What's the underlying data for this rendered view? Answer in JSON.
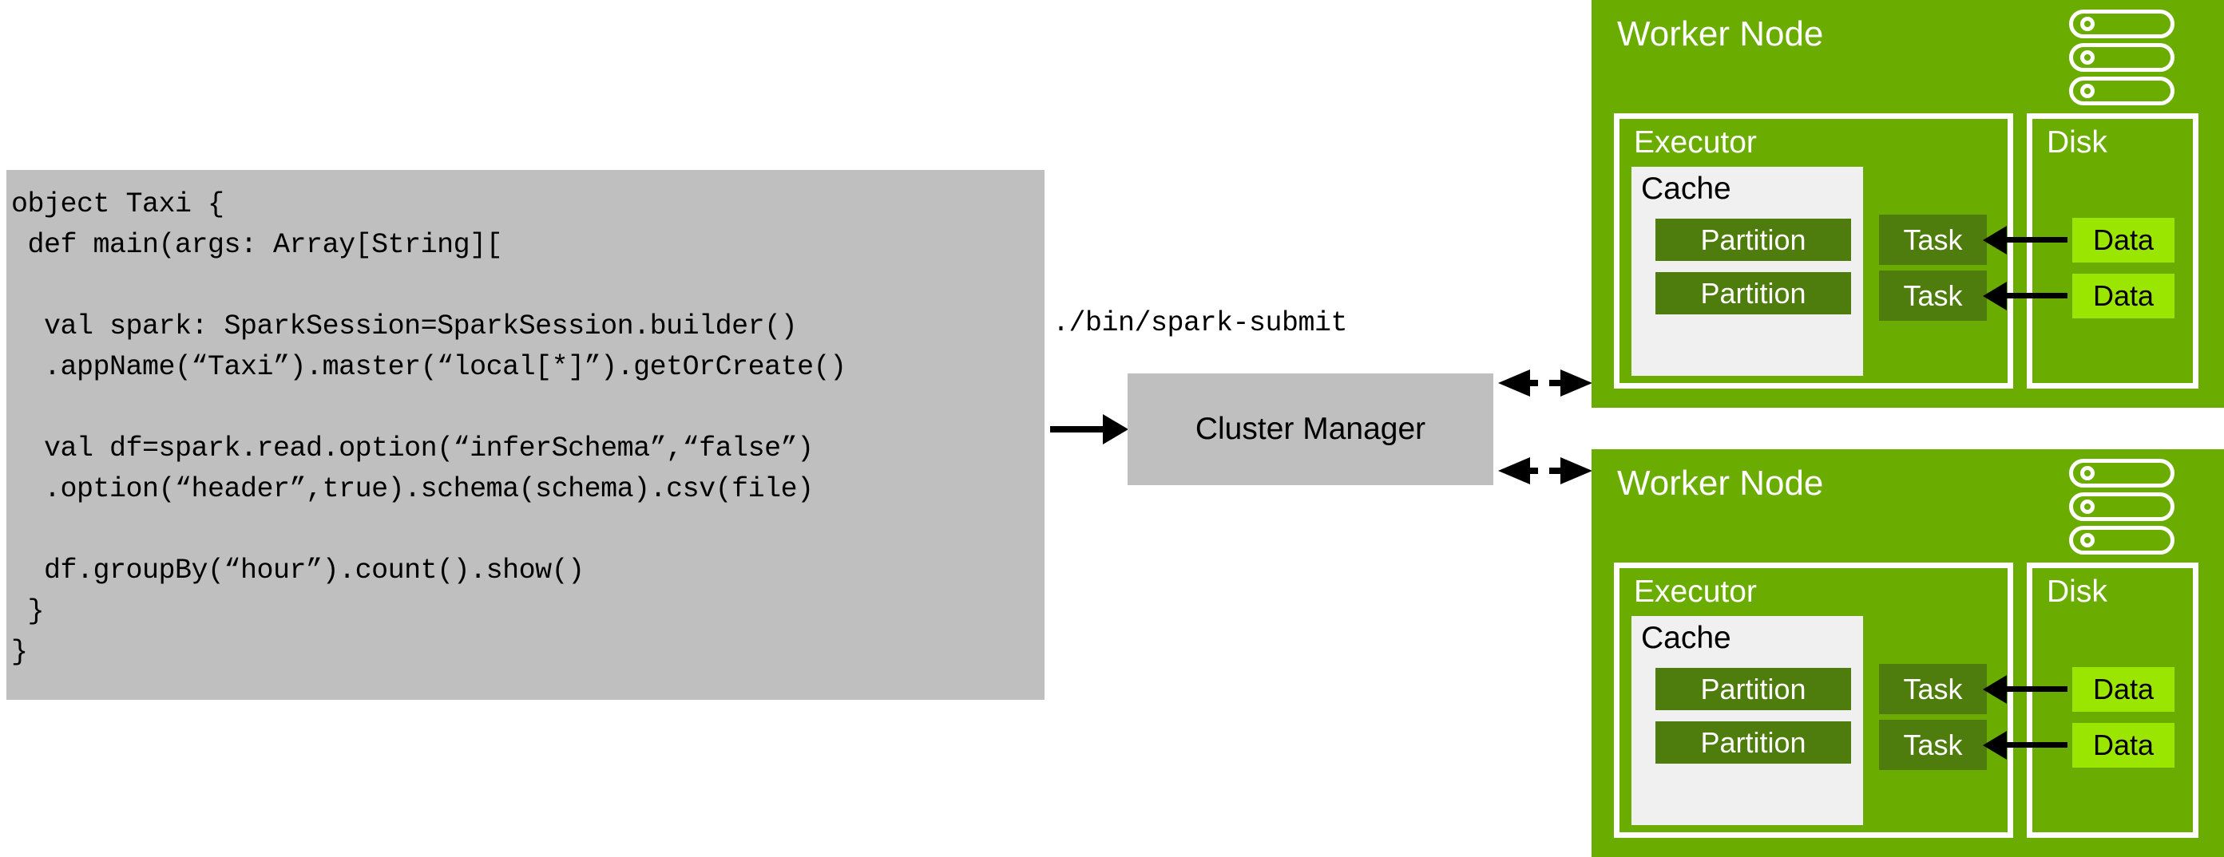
{
  "code_panel": {
    "lines": [
      "object Taxi {",
      " def main(args: Array[String][",
      "",
      "  val spark: SparkSession=SparkSession.builder()",
      "  .appName(“Taxi”).master(“local[*]”).getOrCreate()",
      "",
      "  val df=spark.read.option(“inferSchema”,“false”)",
      "  .option(“header”,true).schema(schema).csv(file)",
      "",
      "  df.groupBy(“hour”).count().show()",
      " }",
      "}"
    ]
  },
  "submit": {
    "label": "./bin/spark-submit"
  },
  "cluster_manager": {
    "label": "Cluster Manager"
  },
  "worker_nodes": [
    {
      "title": "Worker Node",
      "executor": {
        "title": "Executor",
        "cache": {
          "title": "Cache",
          "partitions": [
            "Partition",
            "Partition"
          ]
        },
        "tasks": [
          "Task",
          "Task"
        ]
      },
      "disk": {
        "title": "Disk",
        "data": [
          "Data",
          "Data"
        ]
      }
    },
    {
      "title": "Worker Node",
      "executor": {
        "title": "Executor",
        "cache": {
          "title": "Cache",
          "partitions": [
            "Partition",
            "Partition"
          ]
        },
        "tasks": [
          "Task",
          "Task"
        ]
      },
      "disk": {
        "title": "Disk",
        "data": [
          "Data",
          "Data"
        ]
      }
    }
  ],
  "colors": {
    "worker_green": "#6aad00",
    "partition_green": "#4e7d0e",
    "data_green": "#9ae600",
    "panel_gray": "#bfbfbf",
    "cache_gray": "#f0f0f0"
  }
}
